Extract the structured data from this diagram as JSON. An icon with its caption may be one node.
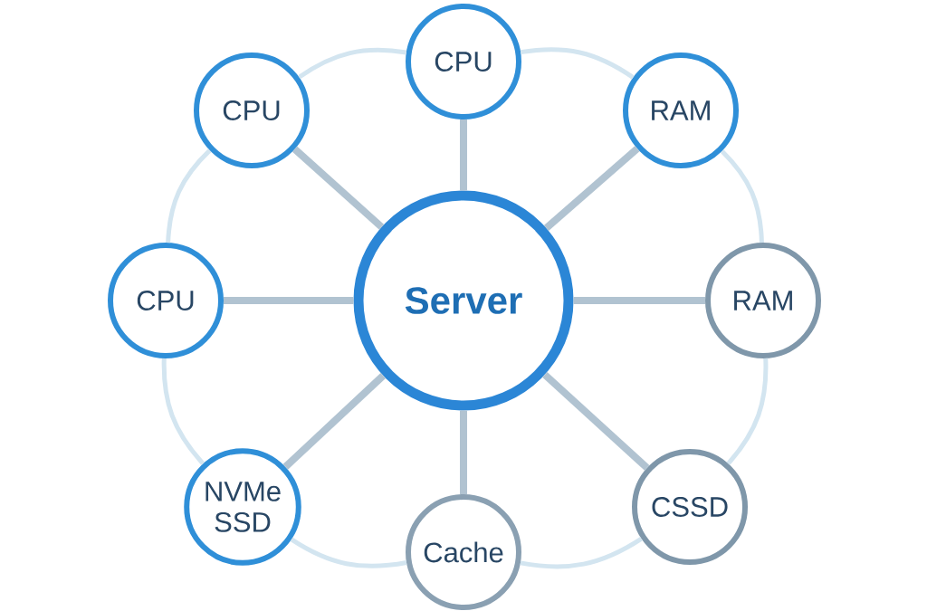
{
  "diagram": {
    "nodes": [
      {
        "text": [
          "Server"
        ]
      },
      {
        "text": [
          "CPU"
        ]
      },
      {
        "text": [
          "RAM"
        ]
      },
      {
        "text": [
          "RAM"
        ]
      },
      {
        "text": [
          "CSSD"
        ]
      },
      {
        "text": [
          "Cache"
        ]
      },
      {
        "text": [
          "NVMe SSD"
        ]
      },
      {
        "text": [
          "CPU"
        ]
      },
      {
        "text": [
          "CPU"
        ]
      }
    ],
    "edges": [
      {
        "from": 0,
        "to": 1,
        "arrow": "none"
      },
      {
        "from": 0,
        "to": 2,
        "arrow": "none"
      },
      {
        "from": 0,
        "to": 3,
        "arrow": "none"
      },
      {
        "from": 0,
        "to": 4,
        "arrow": "none"
      },
      {
        "from": 0,
        "to": 5,
        "arrow": "none"
      },
      {
        "from": 0,
        "to": 6,
        "arrow": "none"
      },
      {
        "from": 0,
        "to": 7,
        "arrow": "none"
      },
      {
        "from": 0,
        "to": 8,
        "arrow": "none"
      },
      {
        "from": 1,
        "to": 2,
        "arrow": "none",
        "color": "#d3e5f0"
      },
      {
        "from": 2,
        "to": 3,
        "arrow": "none",
        "color": "#d3e5f0"
      },
      {
        "from": 3,
        "to": 4,
        "arrow": "none",
        "color": "#d3e5f0"
      },
      {
        "from": 4,
        "to": 5,
        "arrow": "none",
        "color": "#d3e5f0"
      },
      {
        "from": 5,
        "to": 6,
        "arrow": "none",
        "color": "#d3e5f0"
      },
      {
        "from": 6,
        "to": 7,
        "arrow": "none",
        "color": "#d3e5f0"
      },
      {
        "from": 7,
        "to": 8,
        "arrow": "none",
        "color": "#d3e5f0"
      },
      {
        "from": 8,
        "to": 1,
        "arrow": "none",
        "color": "#d3e5f0"
      }
    ]
  }
}
